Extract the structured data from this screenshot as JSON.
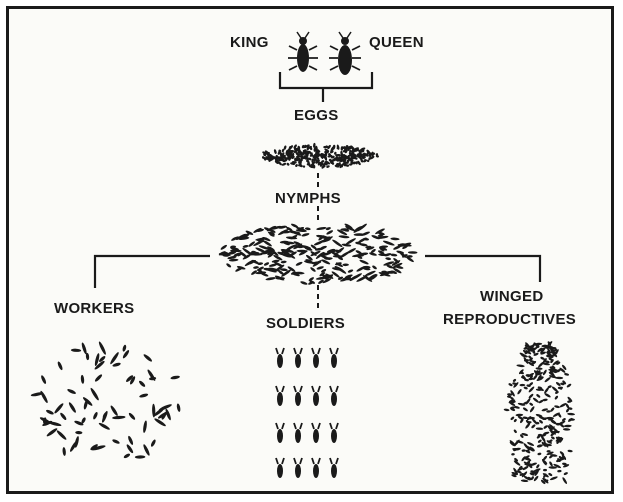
{
  "labels": {
    "king": "KING",
    "queen": "QUEEN",
    "eggs": "EGGS",
    "nymphs": "NYMPHS",
    "workers": "WORKERS",
    "soldiers": "SOLDIERS",
    "winged_line1": "WINGED",
    "winged_line2": "REPRODUCTIVES"
  },
  "colors": {
    "ink": "#1a1a1a",
    "background": "#fbfbf8"
  },
  "icons": [
    "king-termite-icon",
    "queen-termite-icon",
    "soldier-termite-icon"
  ]
}
